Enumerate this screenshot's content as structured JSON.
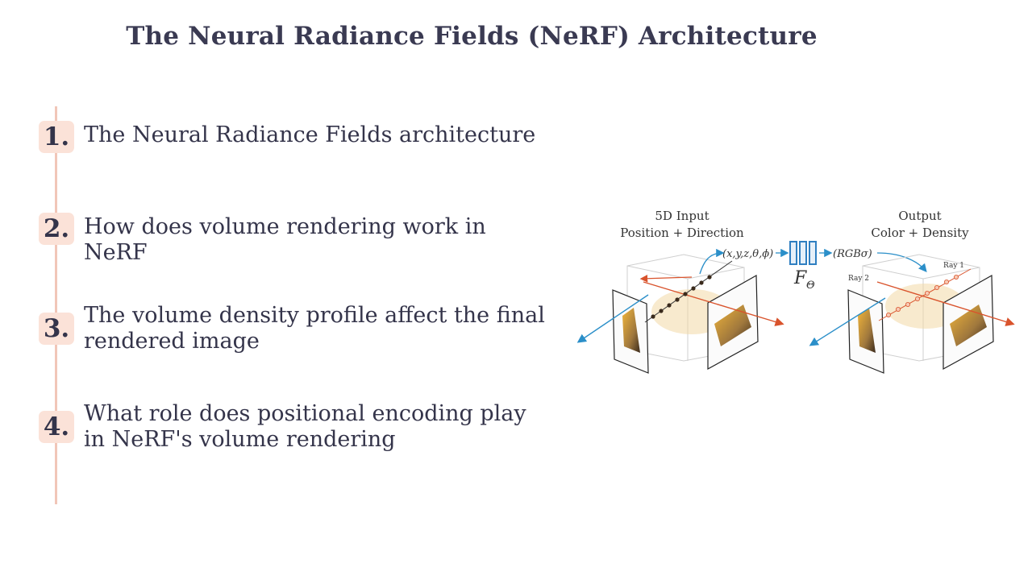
{
  "slide": {
    "title": "The Neural Radiance Fields (NeRF) Architecture",
    "items": [
      {
        "number": "1.",
        "text": "The Neural Radiance Fields architecture"
      },
      {
        "number": "2.",
        "text": "How does volume rendering work in NeRF"
      },
      {
        "number": "3.",
        "text": "The volume density profile affect the final rendered image"
      },
      {
        "number": "4.",
        "text": "What role does positional encoding play in NeRF's volume rendering"
      }
    ]
  },
  "figure": {
    "input_title": "5D Input",
    "input_subtitle": "Position + Direction",
    "input_vars": "(x,y,z,θ,ϕ)",
    "network_label": "F",
    "network_subscript": "Θ",
    "output_vars": "(RGBσ)",
    "output_title": "Output",
    "output_subtitle": "Color + Density",
    "ray1_label": "Ray 1",
    "ray2_label": "Ray 2"
  },
  "colors": {
    "accent": "#f1c6b8",
    "badge": "#fbe2d8",
    "text": "#34344a",
    "ray_red": "#d9532c",
    "ray_blue": "#2b8fc9",
    "net_blue": "#2f7fc1"
  }
}
